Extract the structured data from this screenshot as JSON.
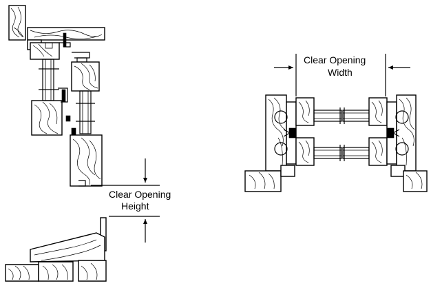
{
  "labels": {
    "height_line1": "Clear Opening",
    "height_line2": "Height",
    "width_line1": "Clear Opening",
    "width_line2": "Width"
  }
}
